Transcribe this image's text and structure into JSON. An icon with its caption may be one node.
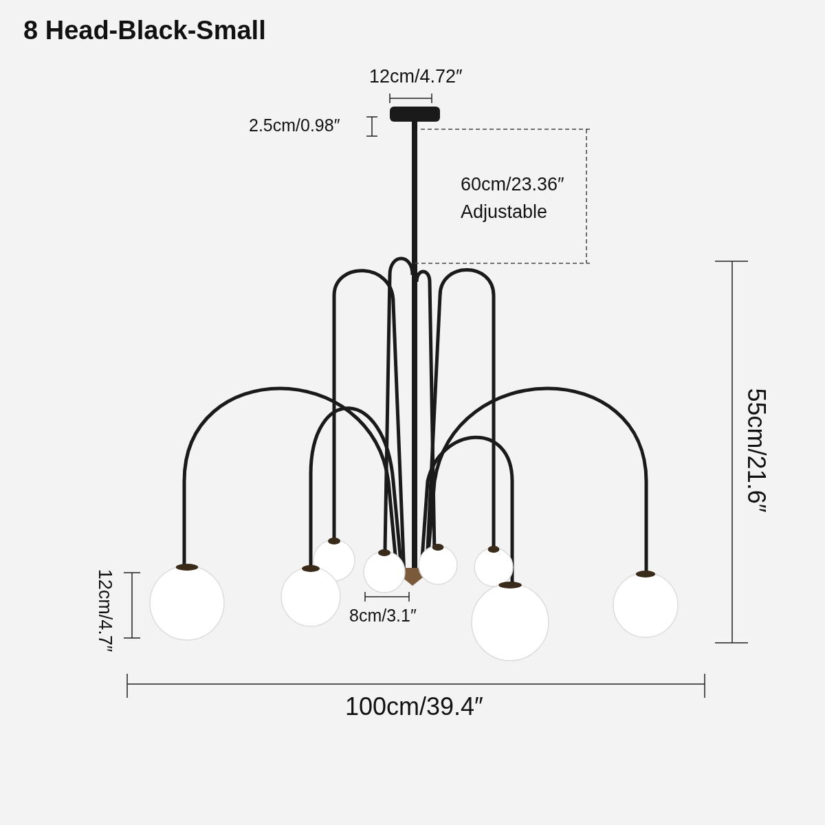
{
  "diagram": {
    "title": "8 Head-Black-Small",
    "labels": [
      "12cm/4.72″",
      "2.5cm/0.98″",
      "60cm/23.36″",
      "Adjustable",
      "55cm/21.6″",
      "12cm/4.7″",
      "8cm/3.1″",
      "100cm/39.4″"
    ]
  }
}
